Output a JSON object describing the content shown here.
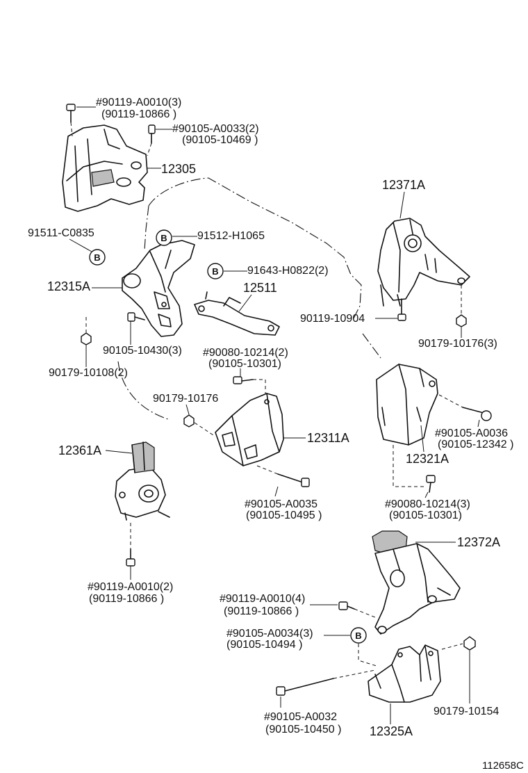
{
  "labels": {
    "p12305": "12305",
    "p12371A": "12371A",
    "p91511": "91511-C0835",
    "p91512": "91512-H1065",
    "p12315A": "12315A",
    "p91643": "91643-H0822(2)",
    "p12511": "12511",
    "p90119_10904": "90119-10904",
    "p90105_10430": "90105-10430(3)",
    "p90179_10176_3": "90179-10176(3)",
    "p90179_10108": "90179-10108(2)",
    "p90080_a1": "#90080-10214(2)",
    "p90080_a2": "(90105-10301)",
    "p90179_10176": "90179-10176",
    "p12311A": "12311A",
    "p12321A": "12321A",
    "p90105_a0036_1": "#90105-A0036",
    "p90105_a0036_2": "(90105-12342 )",
    "p12361A": "12361A",
    "p90105_a0035_1": "#90105-A0035",
    "p90105_a0035_2": "(90105-10495 )",
    "p90080_b1": "#90080-10214(3)",
    "p90080_b2": "(90105-10301)",
    "p12372A": "12372A",
    "p90119_a0010_2_1": "#90119-A0010(2)",
    "p90119_a0010_2_2": "(90119-10866 )",
    "p90119_a0010_4_1": "#90119-A0010(4)",
    "p90119_a0010_4_2": "(90119-10866 )",
    "p90105_a0034_1": "#90105-A0034(3)",
    "p90105_a0034_2": "(90105-10494 )",
    "p90179_10154": "90179-10154",
    "p90105_a0032_1": "#90105-A0032",
    "p90105_a0032_2": "(90105-10450 )",
    "p12325A": "12325A",
    "top_bolt_1": "#90119-A0010(3)",
    "top_bolt_2": "(90119-10866 )",
    "top_bolt_b1": "#90105-A0033(2)",
    "top_bolt_b2": "(90105-10469 )",
    "callout_b": "B",
    "diagram_code": "112658C"
  }
}
